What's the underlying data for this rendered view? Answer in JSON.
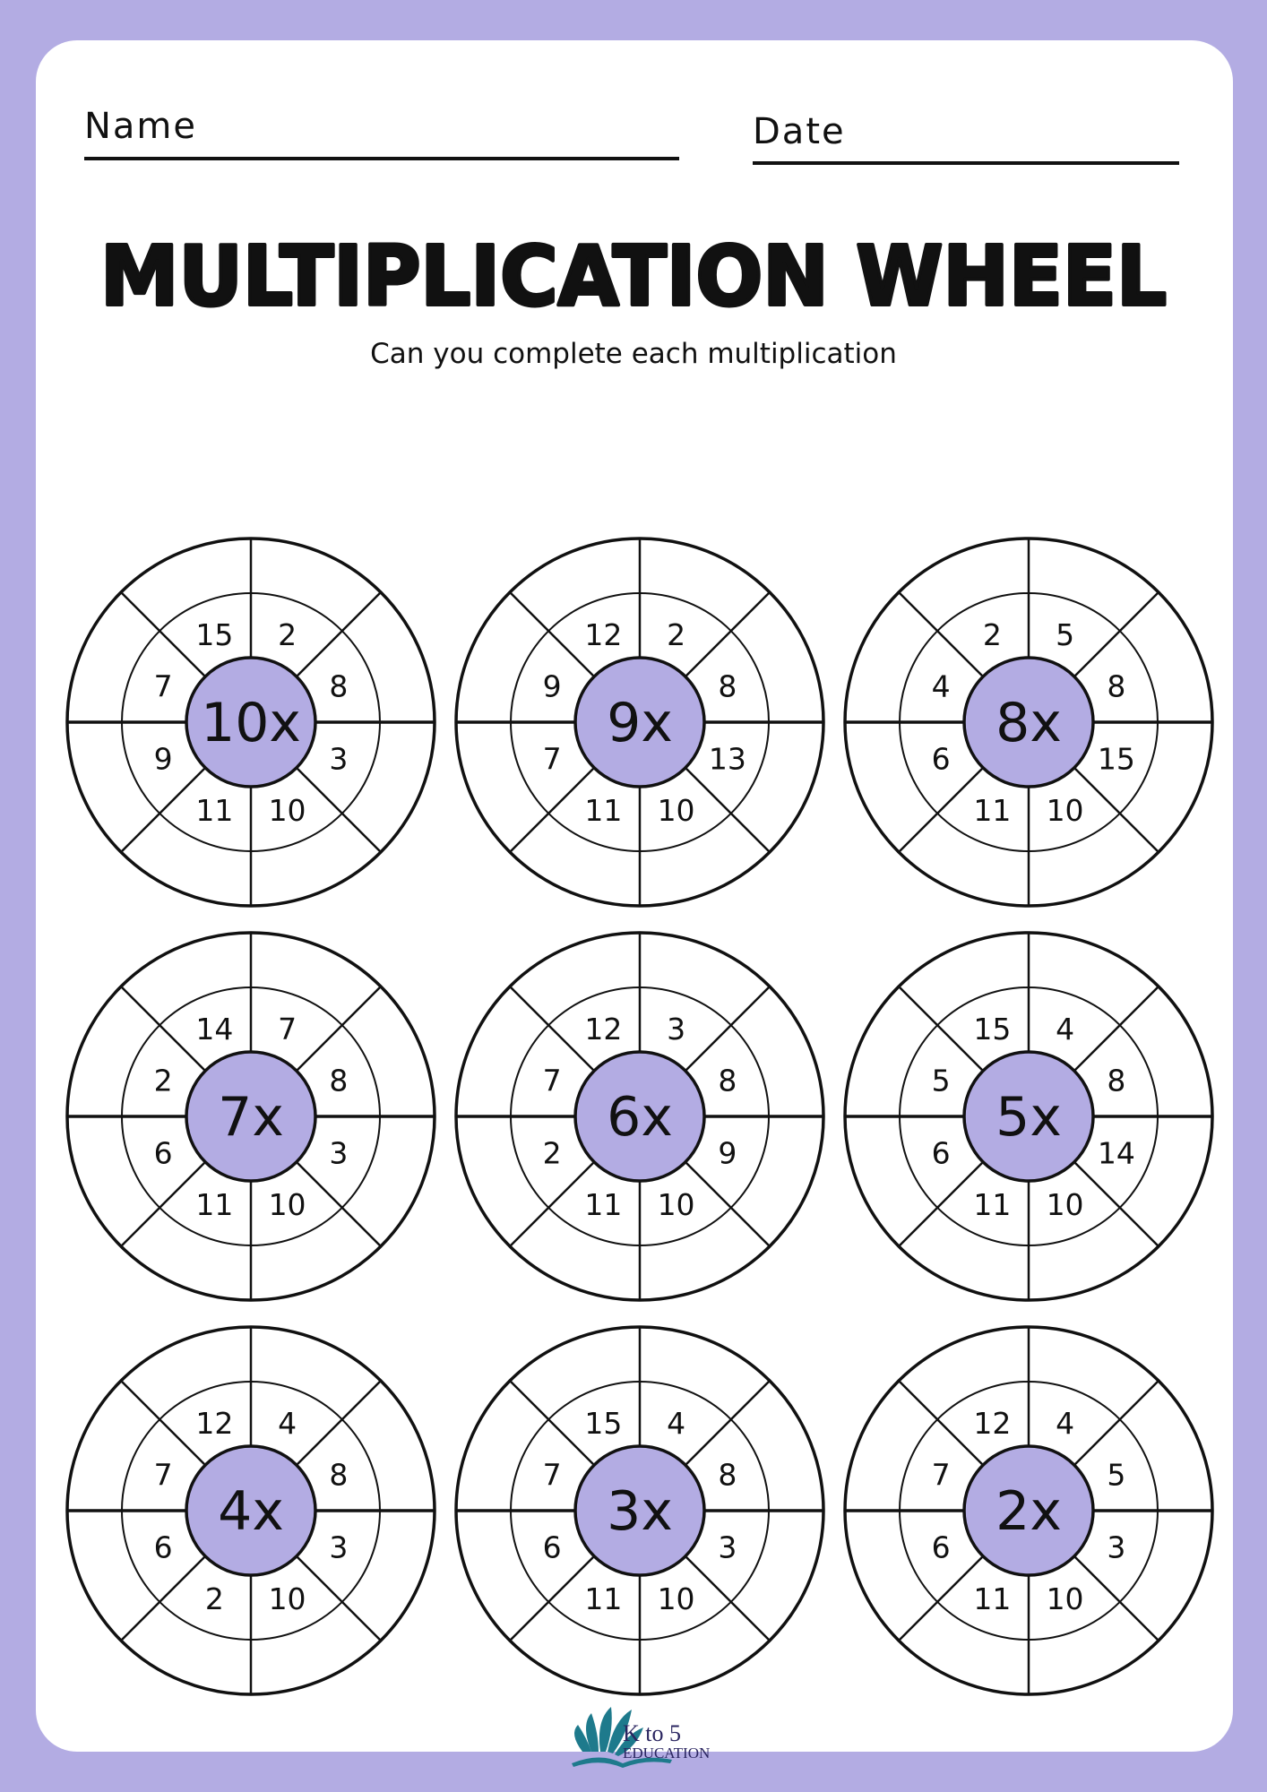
{
  "header": {
    "name_label": "Name",
    "date_label": "Date"
  },
  "title": "MULTIPLICATION WHEEL",
  "subtitle": "Can you complete each multiplication",
  "colors": {
    "background": "#b3ace3",
    "center_fill": "#b3ace3",
    "logo": "#1e7a8c",
    "logo_text": "#2a2560"
  },
  "wheels": [
    {
      "center": "10x",
      "numbers": [
        "2",
        "8",
        "3",
        "10",
        "11",
        "9",
        "7",
        "15"
      ]
    },
    {
      "center": "9x",
      "numbers": [
        "2",
        "8",
        "13",
        "10",
        "11",
        "7",
        "9",
        "12"
      ]
    },
    {
      "center": "8x",
      "numbers": [
        "5",
        "8",
        "15",
        "10",
        "11",
        "6",
        "4",
        "2"
      ]
    },
    {
      "center": "7x",
      "numbers": [
        "7",
        "8",
        "3",
        "10",
        "11",
        "6",
        "2",
        "14"
      ]
    },
    {
      "center": "6x",
      "numbers": [
        "3",
        "8",
        "9",
        "10",
        "11",
        "2",
        "7",
        "12"
      ]
    },
    {
      "center": "5x",
      "numbers": [
        "4",
        "8",
        "14",
        "10",
        "11",
        "6",
        "5",
        "15"
      ]
    },
    {
      "center": "4x",
      "numbers": [
        "4",
        "8",
        "3",
        "10",
        "2",
        "6",
        "7",
        "12"
      ]
    },
    {
      "center": "3x",
      "numbers": [
        "4",
        "8",
        "3",
        "10",
        "11",
        "6",
        "7",
        "15"
      ]
    },
    {
      "center": "2x",
      "numbers": [
        "4",
        "5",
        "3",
        "10",
        "11",
        "6",
        "7",
        "12"
      ]
    }
  ],
  "logo": {
    "line1": "K to 5",
    "line2": "EDUCATION"
  }
}
